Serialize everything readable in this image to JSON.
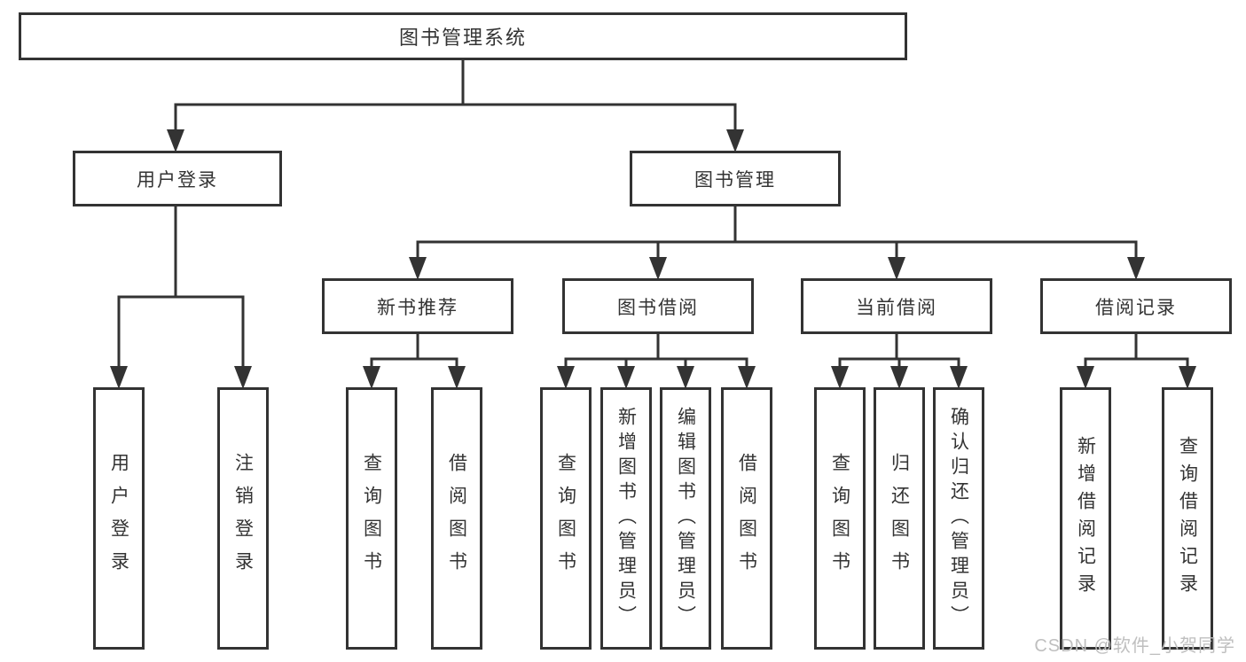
{
  "diagram": {
    "root": {
      "label": "图书管理系统"
    },
    "branches": [
      {
        "label": "用户登录",
        "leaves": [
          {
            "label": "用户登录"
          },
          {
            "label": "注销登录"
          }
        ]
      },
      {
        "label": "图书管理",
        "groups": [
          {
            "label": "新书推荐",
            "leaves": [
              {
                "label": "查询图书"
              },
              {
                "label": "借阅图书"
              }
            ]
          },
          {
            "label": "图书借阅",
            "leaves": [
              {
                "label": "查询图书"
              },
              {
                "label": "新增图书（管理员）"
              },
              {
                "label": "编辑图书（管理员）"
              },
              {
                "label": "借阅图书"
              }
            ]
          },
          {
            "label": "当前借阅",
            "leaves": [
              {
                "label": "查询图书"
              },
              {
                "label": "归还图书"
              },
              {
                "label": "确认归还（管理员）"
              }
            ]
          },
          {
            "label": "借阅记录",
            "leaves": [
              {
                "label": "新增借阅记录"
              },
              {
                "label": "查询借阅记录"
              }
            ]
          }
        ]
      }
    ]
  },
  "watermark": {
    "text": "CSDN @软件_小贺同学"
  },
  "colors": {
    "line": "#333333",
    "box_border": "#333333",
    "text": "#333333",
    "watermark_text": "#bfbfbf",
    "background": "#ffffff"
  }
}
